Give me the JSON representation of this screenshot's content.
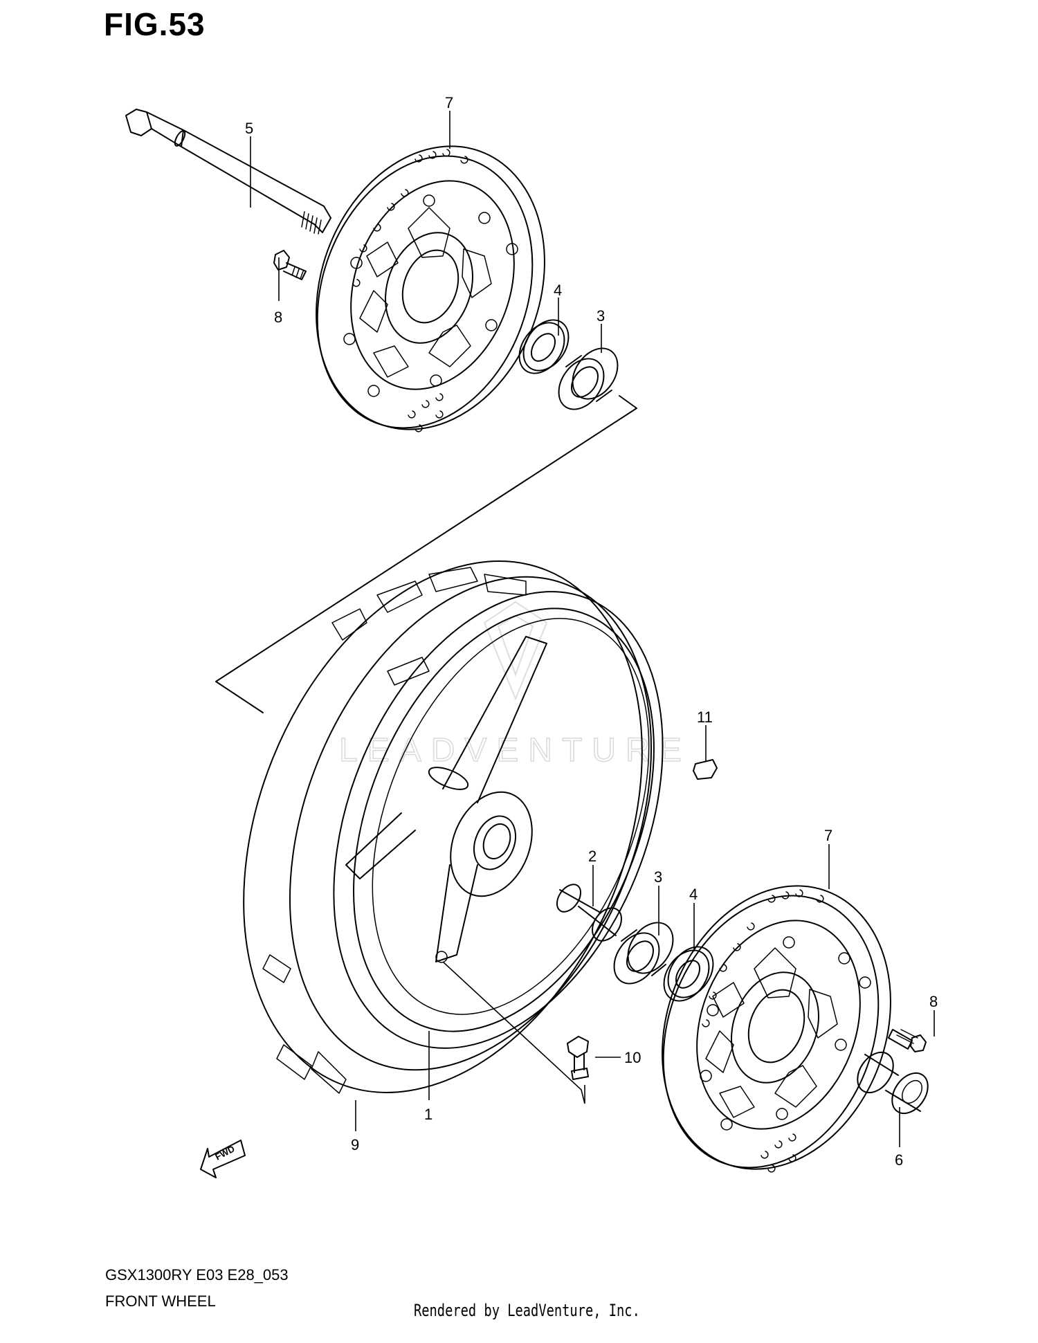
{
  "figure": {
    "title": "FIG.53"
  },
  "footer": {
    "model_code": "GSX1300RY E03 E28_053",
    "section_name": "FRONT WHEEL",
    "rendered_by": "Rendered by LeadVenture, Inc."
  },
  "watermark": {
    "text": "LEADVENTURE"
  },
  "fwd_arrow": {
    "label": "FWD"
  },
  "callouts": [
    {
      "id": "c5",
      "label": "5"
    },
    {
      "id": "c7a",
      "label": "7"
    },
    {
      "id": "c8a",
      "label": "8"
    },
    {
      "id": "c4a",
      "label": "4"
    },
    {
      "id": "c3a",
      "label": "3"
    },
    {
      "id": "c11",
      "label": "11"
    },
    {
      "id": "c2",
      "label": "2"
    },
    {
      "id": "c3b",
      "label": "3"
    },
    {
      "id": "c4b",
      "label": "4"
    },
    {
      "id": "c7b",
      "label": "7"
    },
    {
      "id": "c8b",
      "label": "8"
    },
    {
      "id": "c10",
      "label": "10"
    },
    {
      "id": "c1",
      "label": "1"
    },
    {
      "id": "c9",
      "label": "9"
    },
    {
      "id": "c6",
      "label": "6"
    }
  ]
}
